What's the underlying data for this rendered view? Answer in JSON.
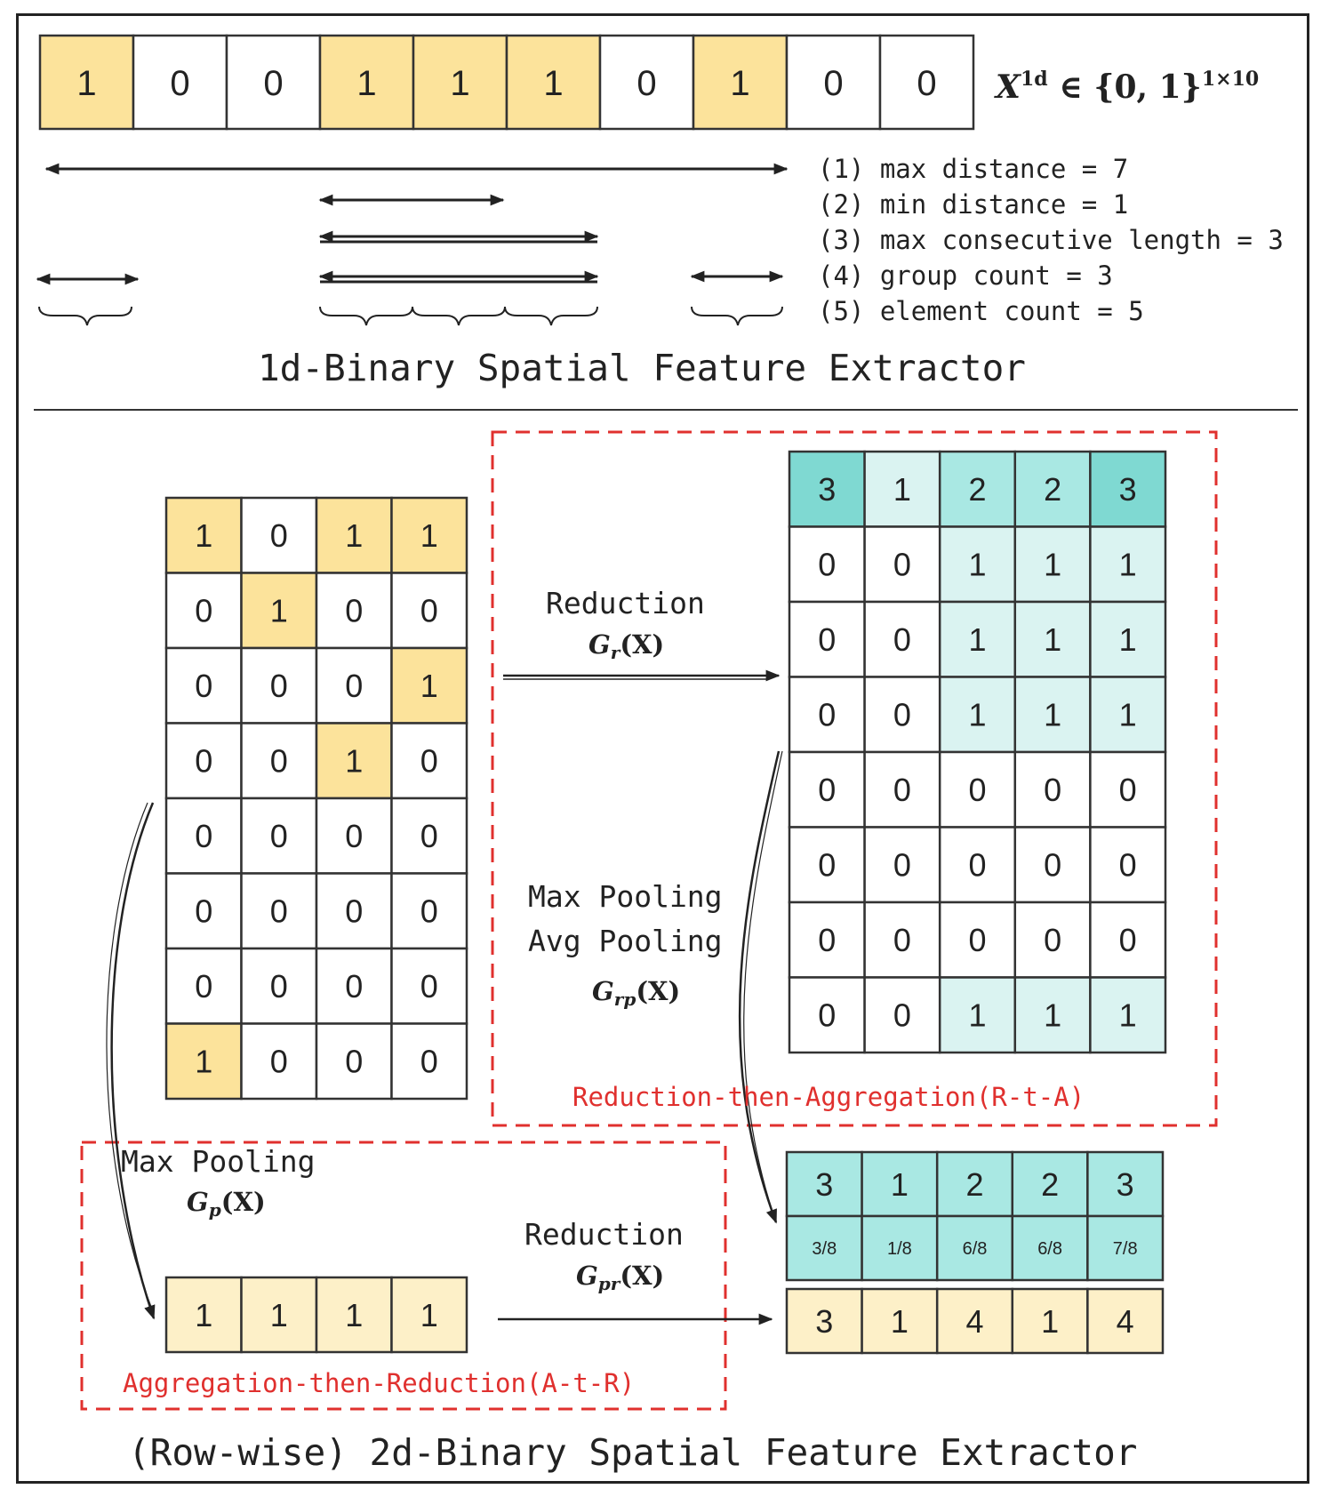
{
  "colors": {
    "yellow": "#fce39b",
    "light_yellow": "#fdf0c8",
    "teal_dark": "#7fd9d2",
    "teal_mid": "#a9e8e3",
    "teal_light": "#daf3f1",
    "red": "#e0302e",
    "border": "#333333"
  },
  "section1": {
    "sequence": [
      1,
      0,
      0,
      1,
      1,
      1,
      0,
      1,
      0,
      0
    ],
    "formula": "X^{1d} ∈ {0,1}^{1×10}",
    "features": [
      "(1) max distance = 7",
      "(2) min distance = 1",
      "(3) max consecutive length = 3",
      "(4) group count = 3",
      "(5) element count = 5"
    ],
    "title": "1d-Binary Spatial Feature Extractor"
  },
  "input_matrix": [
    [
      1,
      0,
      1,
      1
    ],
    [
      0,
      1,
      0,
      0
    ],
    [
      0,
      0,
      0,
      1
    ],
    [
      0,
      0,
      1,
      0
    ],
    [
      0,
      0,
      0,
      0
    ],
    [
      0,
      0,
      0,
      0
    ],
    [
      0,
      0,
      0,
      0
    ],
    [
      1,
      0,
      0,
      0
    ]
  ],
  "rta": {
    "header": [
      "3",
      "1",
      "2",
      "2",
      "3"
    ],
    "header_shades": [
      "dark",
      "light",
      "mid",
      "mid",
      "dark"
    ],
    "matrix": [
      [
        0,
        0,
        1,
        1,
        1
      ],
      [
        0,
        0,
        1,
        1,
        1
      ],
      [
        0,
        0,
        1,
        1,
        1
      ],
      [
        0,
        0,
        0,
        0,
        0
      ],
      [
        0,
        0,
        0,
        0,
        0
      ],
      [
        0,
        0,
        0,
        0,
        0
      ],
      [
        0,
        0,
        1,
        1,
        1
      ]
    ],
    "reduction_label": "Reduction",
    "reduction_formula": "Gr(X)",
    "pooling_labels": [
      "Max Pooling",
      "Avg Pooling"
    ],
    "pooling_formula": "Grp(X)",
    "box_label": "Reduction-then-Aggregation(R-t-A)",
    "result_top": [
      "3",
      "1",
      "2",
      "2",
      "3"
    ],
    "result_fractions": [
      "3/8",
      "1/8",
      "6/8",
      "6/8",
      "7/8"
    ]
  },
  "atr": {
    "pooling_label": "Max Pooling",
    "pooling_formula": "Gp(X)",
    "pooled": [
      "1",
      "1",
      "1",
      "1"
    ],
    "reduction_label": "Reduction",
    "reduction_formula": "Gpr(X)",
    "result": [
      "3",
      "1",
      "4",
      "1",
      "4"
    ],
    "box_label": "Aggregation-then-Reduction(A-t-R)"
  },
  "bottom_title": "(Row-wise) 2d-Binary Spatial Feature Extractor"
}
